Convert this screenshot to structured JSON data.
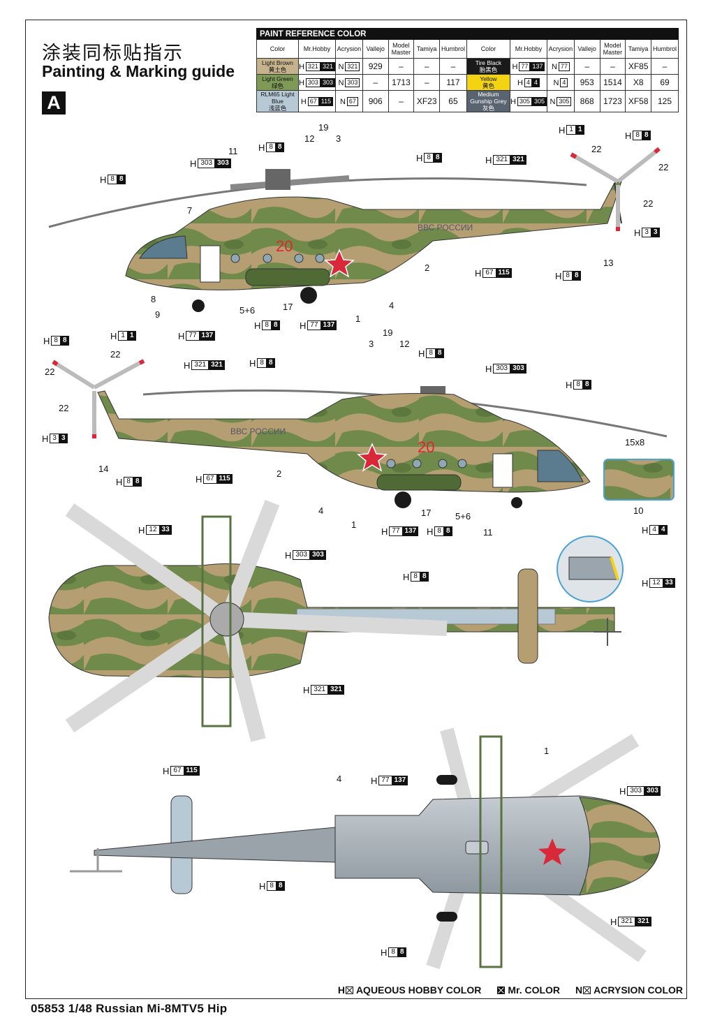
{
  "title_cn": "涂装同标贴指示",
  "title_en": "Painting & Marking guide",
  "scheme": "A",
  "paint_table": {
    "header": "PAINT  REFERENCE COLOR",
    "columns": [
      "Color",
      "Mr.Hobby",
      "Acrysion",
      "Vallejo",
      "Model Master",
      "Tamiya",
      "Humbrol"
    ],
    "left_rows": [
      {
        "color_en": "Light Brown",
        "color_cn": "黄土色",
        "swatch": "#c6b38e",
        "h_w": "321",
        "h_b": "321",
        "n": "321",
        "vallejo": "929",
        "mm": "–",
        "tamiya": "–",
        "humbrol": "–"
      },
      {
        "color_en": "Light Green",
        "color_cn": "绿色",
        "swatch": "#7e9a56",
        "h_w": "303",
        "h_b": "303",
        "n": "303",
        "vallejo": "–",
        "mm": "1713",
        "tamiya": "–",
        "humbrol": "117"
      },
      {
        "color_en": "RLM65 Light Blue",
        "color_cn": "浅蓝色",
        "swatch": "#b8c9d6",
        "h_w": "67",
        "h_b": "115",
        "n": "67",
        "vallejo": "906",
        "mm": "–",
        "tamiya": "XF23",
        "humbrol": "65"
      }
    ],
    "right_rows": [
      {
        "color_en": "Tire Black",
        "color_cn": "胎黑色",
        "swatch": "#1a1a1a",
        "h_w": "77",
        "h_b": "137",
        "n": "77",
        "vallejo": "–",
        "mm": "–",
        "tamiya": "XF85",
        "humbrol": "–"
      },
      {
        "color_en": "Yellow",
        "color_cn": "黄色",
        "swatch": "#f3d312",
        "h_w": "4",
        "h_b": "4",
        "n": "4",
        "vallejo": "953",
        "mm": "1514",
        "tamiya": "X8",
        "humbrol": "69"
      },
      {
        "color_en": "Medium Gunship Grey",
        "color_cn": "灰色",
        "swatch": "#5a6470",
        "h_w": "305",
        "h_b": "305",
        "n": "305",
        "vallejo": "868",
        "mm": "1723",
        "tamiya": "XF58",
        "humbrol": "125"
      }
    ]
  },
  "callouts": {
    "v1": [
      {
        "id": "v1-h303",
        "w": "303",
        "b": "303"
      },
      {
        "id": "v1-h8a",
        "w": "8",
        "b": "8"
      },
      {
        "id": "v1-h8b",
        "w": "8",
        "b": "8"
      },
      {
        "id": "v1-h8c",
        "w": "8",
        "b": "8"
      },
      {
        "id": "v1-h321",
        "w": "321",
        "b": "321"
      },
      {
        "id": "v1-h1",
        "w": "1",
        "b": "1"
      },
      {
        "id": "v1-h8d",
        "w": "8",
        "b": "8"
      },
      {
        "id": "v1-h3",
        "w": "3",
        "b": "3"
      },
      {
        "id": "v1-h67",
        "w": "67",
        "b": "115"
      },
      {
        "id": "v1-h8e",
        "w": "8",
        "b": "8"
      },
      {
        "id": "v1-h8f",
        "w": "8",
        "b": "8"
      },
      {
        "id": "v1-h77",
        "w": "77",
        "b": "137"
      },
      {
        "id": "v1-h77b",
        "w": "77",
        "b": "137"
      }
    ]
  },
  "numbers": {
    "v1": [
      "11",
      "12",
      "19",
      "3",
      "7",
      "8",
      "9",
      "5+6",
      "17",
      "1",
      "4",
      "2",
      "13",
      "22",
      "22",
      "22"
    ],
    "v2": [
      "22",
      "22",
      "22",
      "14",
      "2",
      "4",
      "1",
      "19",
      "3",
      "12",
      "17",
      "5+6",
      "11",
      "15x8",
      "10"
    ],
    "v4": [
      "4",
      "1"
    ]
  },
  "fuselage_text": "ВВС РОССИИ",
  "aircraft_number": "20",
  "legend": {
    "h": "AQUEOUS HOBBY COLOR",
    "mr": "Mr. COLOR",
    "n": "ACRYSION COLOR"
  },
  "footer": "05853 1/48  Russian Mi-8MTV5 Hip",
  "colors": {
    "brown": "#b59f72",
    "green": "#6f8a4a",
    "dark_green": "#4f6a35",
    "blue_grey": "#aab5bd",
    "star_red": "#d8283a",
    "number_red": "#e0252f"
  }
}
